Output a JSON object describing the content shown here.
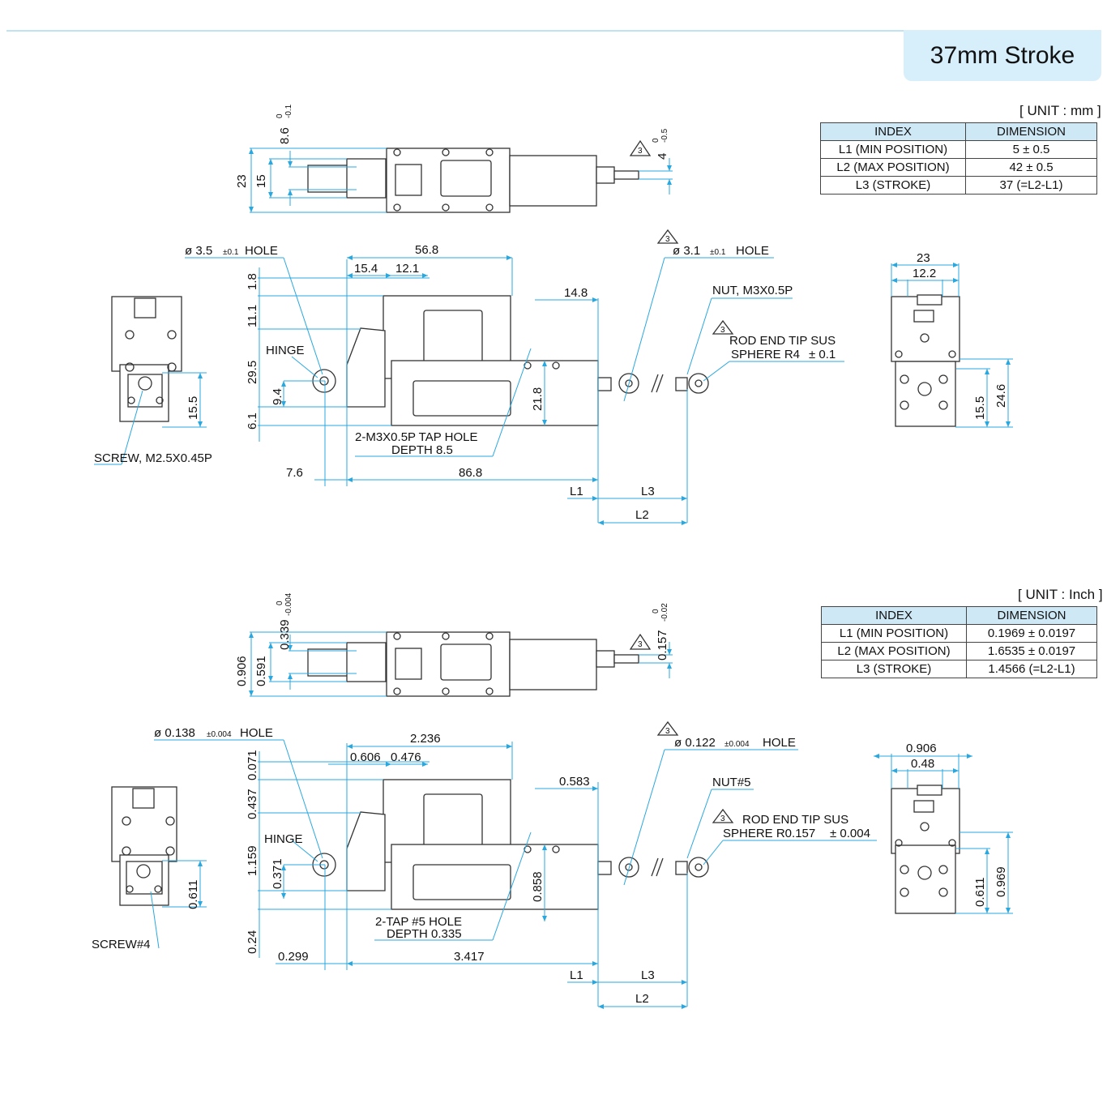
{
  "header": {
    "badge": "37mm Stroke"
  },
  "metric": {
    "unit_label": "[ UNIT : mm ]",
    "table": {
      "headers": [
        "INDEX",
        "DIMENSION"
      ],
      "rows": [
        {
          "index": "L1 (MIN POSITION)",
          "dimension": "5 ± 0.5"
        },
        {
          "index": "L2 (MAX POSITION)",
          "dimension": "42 ± 0.5"
        },
        {
          "index": "L3 (STROKE)",
          "dimension": "37 (=L2-L1)"
        }
      ]
    },
    "labels": {
      "top_h_total": "23",
      "top_h_inner": "15",
      "top_slot": "8.6",
      "top_slot_tol_upper": "0",
      "top_slot_tol_lower": "-0.1",
      "top_rod": "4",
      "top_rod_tol_upper": "0",
      "top_rod_tol_lower": "-0.5",
      "hole_left": "ø 3.5",
      "hole_left_tol": "±0.1",
      "hole_left_word": "HOLE",
      "hole_right": "ø 3.1",
      "hole_right_tol": "±0.1",
      "hole_right_word": "HOLE",
      "d_total": "56.8",
      "d_a": "15.4",
      "d_b": "12.1",
      "d_c": "14.8",
      "v1": "1.8",
      "v2": "11.1",
      "v3": "29.5",
      "v4": "6.1",
      "v5": "9.4",
      "v6": "21.8",
      "side_h": "15.5",
      "hinge": "HINGE",
      "nut": "NUT, M3X0.5P",
      "rod_tip_1": "ROD END TIP SUS",
      "rod_tip_2": "SPHERE R4",
      "rod_tip_tol": "± 0.1",
      "tap_1": "2-M3X0.5P TAP HOLE",
      "tap_2": "DEPTH 8.5",
      "screw": "SCREW, M2.5X0.45P",
      "base_left": "7.6",
      "base_main": "86.8",
      "l1": "L1",
      "l2": "L2",
      "l3": "L3",
      "end_w_outer": "23",
      "end_w_inner": "12.2",
      "end_h_outer": "24.6",
      "end_h_inner": "15.5"
    }
  },
  "inch": {
    "unit_label": "[ UNIT : Inch ]",
    "table": {
      "headers": [
        "INDEX",
        "DIMENSION"
      ],
      "rows": [
        {
          "index": "L1 (MIN POSITION)",
          "dimension": "0.1969 ± 0.0197"
        },
        {
          "index": "L2 (MAX POSITION)",
          "dimension": "1.6535  ± 0.0197"
        },
        {
          "index": "L3 (STROKE)",
          "dimension": "1.4566 (=L2-L1)"
        }
      ]
    },
    "labels": {
      "top_h_total": "0.906",
      "top_h_inner": "0.591",
      "top_slot": "0.339",
      "top_slot_tol_upper": "0",
      "top_slot_tol_lower": "-0.004",
      "top_rod": "0.157",
      "top_rod_tol_upper": "0",
      "top_rod_tol_lower": "-0.02",
      "hole_left": "ø 0.138",
      "hole_left_tol": "±0.004",
      "hole_left_word": "HOLE",
      "hole_right": "ø 0.122",
      "hole_right_tol": "±0.004",
      "hole_right_word": "HOLE",
      "d_total": "2.236",
      "d_a": "0.606",
      "d_b": "0.476",
      "d_c": "0.583",
      "v1": "0.071",
      "v2": "0.437",
      "v3": "1.159",
      "v4": "0.24",
      "v5": "0.371",
      "v6": "0.858",
      "side_h": "0.611",
      "hinge": "HINGE",
      "nut": "NUT#5",
      "rod_tip_1": "ROD END TIP SUS",
      "rod_tip_2": "SPHERE R0.157",
      "rod_tip_tol": "± 0.004",
      "tap_1": "2-TAP #5 HOLE",
      "tap_2": "DEPTH 0.335",
      "screw": "SCREW#4",
      "base_left": "0.299",
      "base_main": "3.417",
      "l1": "L1",
      "l2": "L2",
      "l3": "L3",
      "end_w_outer": "0.906",
      "end_w_inner": "0.48",
      "end_h_outer": "0.969",
      "end_h_inner": "0.611"
    }
  }
}
